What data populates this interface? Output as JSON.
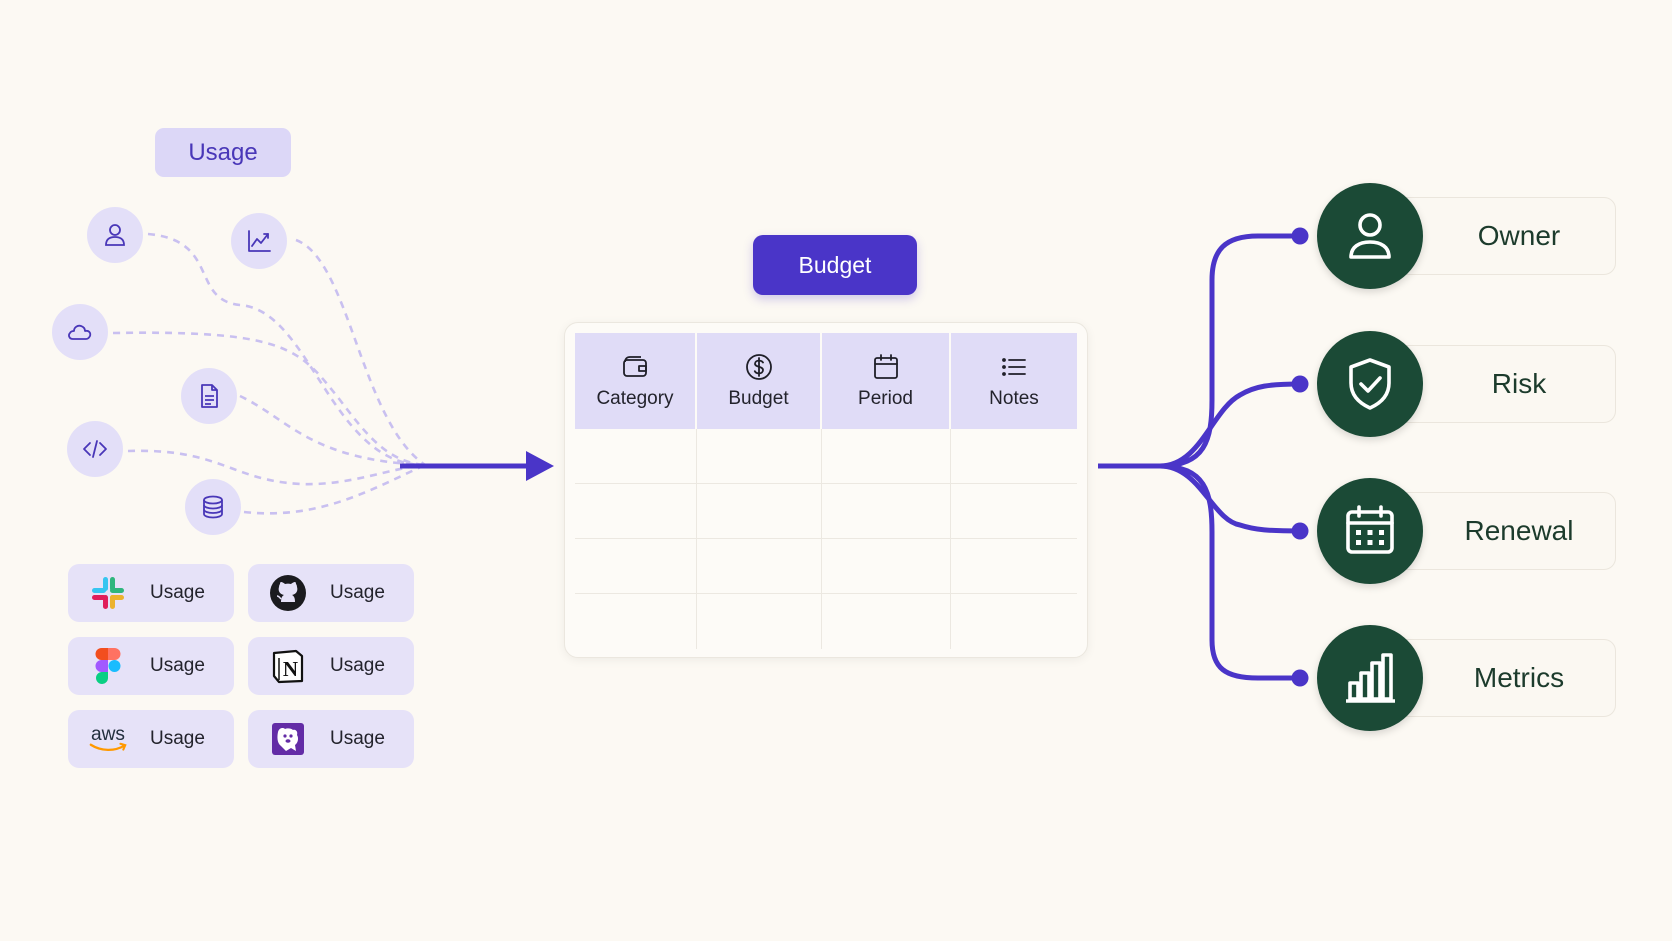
{
  "usage_header": "Usage",
  "source_icons": [
    "user-icon",
    "line-chart-icon",
    "cloud-icon",
    "document-icon",
    "code-icon",
    "database-icon"
  ],
  "tiles": [
    {
      "logo": "slack-logo",
      "label": "Usage"
    },
    {
      "logo": "github-logo",
      "label": "Usage"
    },
    {
      "logo": "figma-logo",
      "label": "Usage"
    },
    {
      "logo": "notion-logo",
      "label": "Usage"
    },
    {
      "logo": "aws-logo",
      "label": "Usage"
    },
    {
      "logo": "datadog-logo",
      "label": "Usage"
    }
  ],
  "budget_button": "Budget",
  "table": {
    "columns": [
      {
        "label": "Category",
        "icon": "wallet-icon"
      },
      {
        "label": "Budget",
        "icon": "dollar-icon"
      },
      {
        "label": "Period",
        "icon": "calendar-icon"
      },
      {
        "label": "Notes",
        "icon": "list-icon"
      }
    ],
    "rows": [
      [
        "",
        "",
        "",
        ""
      ],
      [
        "",
        "",
        "",
        ""
      ],
      [
        "",
        "",
        "",
        ""
      ],
      [
        "",
        "",
        "",
        ""
      ]
    ]
  },
  "outputs": [
    {
      "label": "Owner",
      "icon": "user-icon"
    },
    {
      "label": "Risk",
      "icon": "shield-check-icon"
    },
    {
      "label": "Renewal",
      "icon": "calendar-icon"
    },
    {
      "label": "Metrics",
      "icon": "bar-chart-icon"
    }
  ],
  "colors": {
    "background": "#fcf9f3",
    "accent": "#4a35c8",
    "accent_light": "#e0dcf7",
    "dashed_lines": "#c9c0f0",
    "output_icon": "#1b4a36",
    "output_text": "#1c3b2c"
  }
}
